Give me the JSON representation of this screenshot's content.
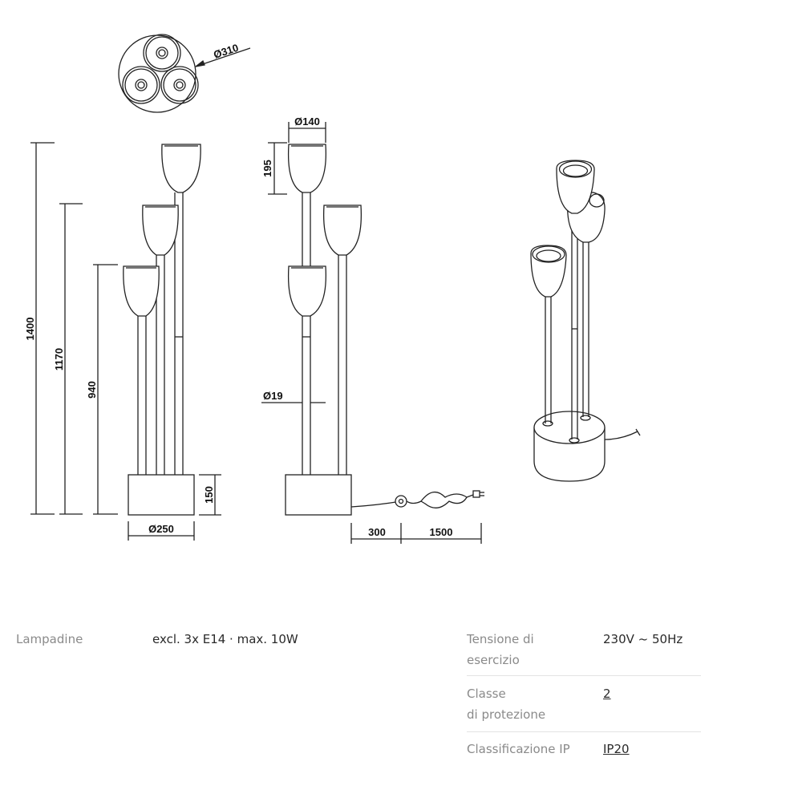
{
  "drawing": {
    "dims": {
      "top_diameter": "Ø310",
      "height_total": "1400",
      "height_mid": "1170",
      "height_low": "940",
      "base_height": "150",
      "base_diameter": "Ø250",
      "shade_diameter": "Ø140",
      "shade_height": "195",
      "stem_diameter": "Ø19",
      "cable_to_switch": "300",
      "cable_length": "1500"
    }
  },
  "specs": {
    "bulbs": {
      "label": "Lampadine",
      "value": "excl. 3x E14 · max. 10W"
    },
    "voltage": {
      "label_line1": "Tensione di",
      "label_line2": "esercizio",
      "value": "230V ~ 50Hz"
    },
    "protection": {
      "label_line1": "Classe",
      "label_line2": "di protezione",
      "value": "2"
    },
    "ip": {
      "label": "Classificazione IP",
      "value": "IP20"
    }
  }
}
